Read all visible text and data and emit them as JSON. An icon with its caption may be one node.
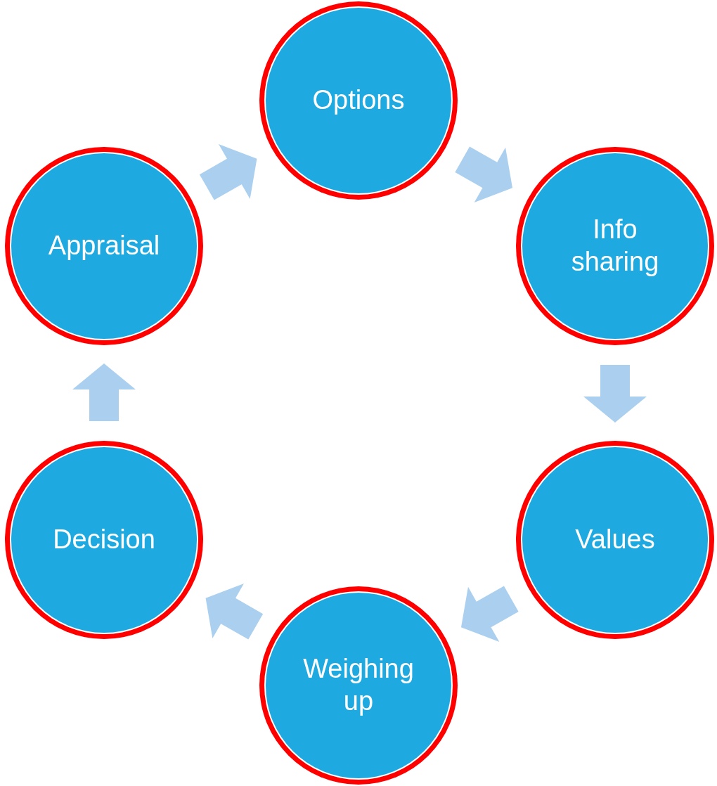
{
  "diagram": {
    "nodes": [
      {
        "text": [
          "Options"
        ]
      },
      {
        "text": [
          "Info sharing"
        ]
      },
      {
        "text": [
          "Values"
        ]
      },
      {
        "text": [
          "Weighing up"
        ]
      },
      {
        "text": [
          "Decision"
        ]
      },
      {
        "text": [
          "Appraisal"
        ]
      }
    ],
    "edges": [
      {
        "from": 5,
        "to": 0,
        "arrow": "to"
      },
      {
        "from": 0,
        "to": 1,
        "arrow": "to"
      },
      {
        "from": 1,
        "to": 2,
        "arrow": "to"
      },
      {
        "from": 2,
        "to": 3,
        "arrow": "to"
      },
      {
        "from": 3,
        "to": 4,
        "arrow": "to"
      },
      {
        "from": 4,
        "to": 5,
        "arrow": "to"
      }
    ]
  }
}
